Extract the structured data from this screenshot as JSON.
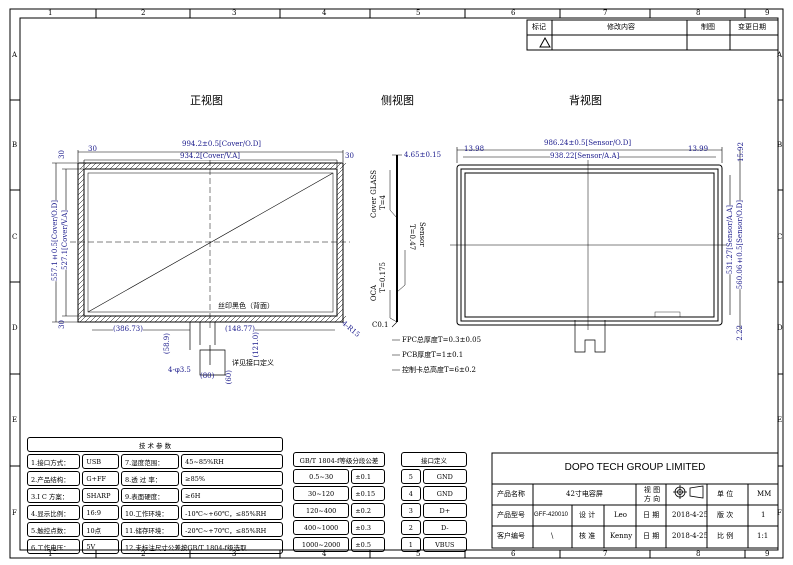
{
  "frame": {
    "columns": [
      "1",
      "2",
      "3",
      "4",
      "5",
      "6",
      "7",
      "8",
      "9"
    ],
    "rows": [
      "A",
      "B",
      "C",
      "D",
      "E",
      "F"
    ]
  },
  "revision_table": {
    "headers": [
      "标记",
      "修改内容",
      "制图",
      "变更日期"
    ],
    "mark_icon": "warning-triangle-icon"
  },
  "views": {
    "front": "正视图",
    "side": "侧视图",
    "back": "背视图"
  },
  "front_dims": {
    "cover_od_w": "994.2±0.5[Cover/O.D]",
    "cover_va_w": "934.2[Cover/V.A]",
    "margin_left": "30",
    "margin_right": "30",
    "margin_top": "30",
    "margin_bottom": "30",
    "cover_od_h": "557.1±0.5[Cover/O.D]",
    "cover_va_h": "527.1[Cover/V.A]",
    "fpc_left": "(386.73)",
    "fpc_right": "(148.77)",
    "fpc_len1": "(58.9)",
    "fpc_len2": "(121.0)",
    "corner": "4-R15",
    "holes": "4-φ3.5",
    "board_w": "(80)",
    "board_h": "(60)",
    "silk_note": "丝印黑色（背面）",
    "connector_note": "详见接口定义"
  },
  "side_dims": {
    "total": "4.65±0.15",
    "cover_glass": "Cover GLASS",
    "cover_t": "T=4",
    "sensor": "Sensor",
    "sensor_t": "T=0.47",
    "oca": "OCA",
    "oca_t": "T=0.175",
    "chamfer": "C0.1",
    "fpc": "FPC总厚度T=0.3±0.05",
    "pcb": "PCB厚度T=1±0.1",
    "card": "控制卡总高度T=6±0.2"
  },
  "back_dims": {
    "sensor_od_w": "986.24±0.5[Sensor/O.D]",
    "sensor_aa_w": "938.22[Sensor/A.A]",
    "left": "13.98",
    "right": "13.99",
    "top": "15.92",
    "sensor_aa_h": "531.27[Sensor/A.A]",
    "sensor_od_h": "560.06±0.5[Sensor/O.D]",
    "bottom": "2.22"
  },
  "tech_params": {
    "title": "技 术 参 数",
    "rows": [
      [
        "1.接口方式：",
        "USB",
        "7.湿度范围：",
        "45~85%RH"
      ],
      [
        "2.产品结构：",
        "G+FF",
        "8.透 过 率：",
        "≥85%"
      ],
      [
        "3.I C 方案：",
        "SHARP",
        "9.表面硬度：",
        "≥6H"
      ],
      [
        "4.显示比例：",
        "16:9",
        "10.工作环境：",
        "-10℃~+60℃，≤85%RH"
      ],
      [
        "5.触控点数：",
        "10点",
        "11.储存环境：",
        "-20℃~+70℃，≤85%RH"
      ],
      [
        "6.工作电压：",
        "5V",
        "12.未标注尺寸公差按GB/T 1804-f级选取",
        ""
      ]
    ]
  },
  "tolerance": {
    "title": "GB/T 1804-f等级分段公差",
    "rows": [
      [
        "0.5~30",
        "±0.1"
      ],
      [
        "30~120",
        "±0.15"
      ],
      [
        "120~400",
        "±0.2"
      ],
      [
        "400~1000",
        "±0.3"
      ],
      [
        "1000~2000",
        "±0.5"
      ]
    ]
  },
  "interface": {
    "title": "接口定义",
    "rows": [
      [
        "5",
        "GND"
      ],
      [
        "4",
        "GND"
      ],
      [
        "3",
        "D+"
      ],
      [
        "2",
        "D-"
      ],
      [
        "1",
        "VBUS"
      ]
    ]
  },
  "title_block": {
    "company": "DOPO TECH GROUP LIMITED",
    "product_name_label": "产品名称",
    "product_name": "42寸电容屏",
    "view_dir_label": "视 图 方 向",
    "unit_label": "单 位",
    "unit": "MM",
    "model_label": "产品型号",
    "model": "GFF-420010",
    "design_label": "设 计",
    "designer": "Leo",
    "date_label": "日 期",
    "design_date": "2018-4-25",
    "version_label": "版 次",
    "version": "1",
    "customer_label": "客户编号",
    "customer": "\\",
    "approve_label": "核 准",
    "approver": "Kenny",
    "approve_date": "2018-4-25",
    "scale_label": "比 例",
    "scale": "1:1"
  }
}
